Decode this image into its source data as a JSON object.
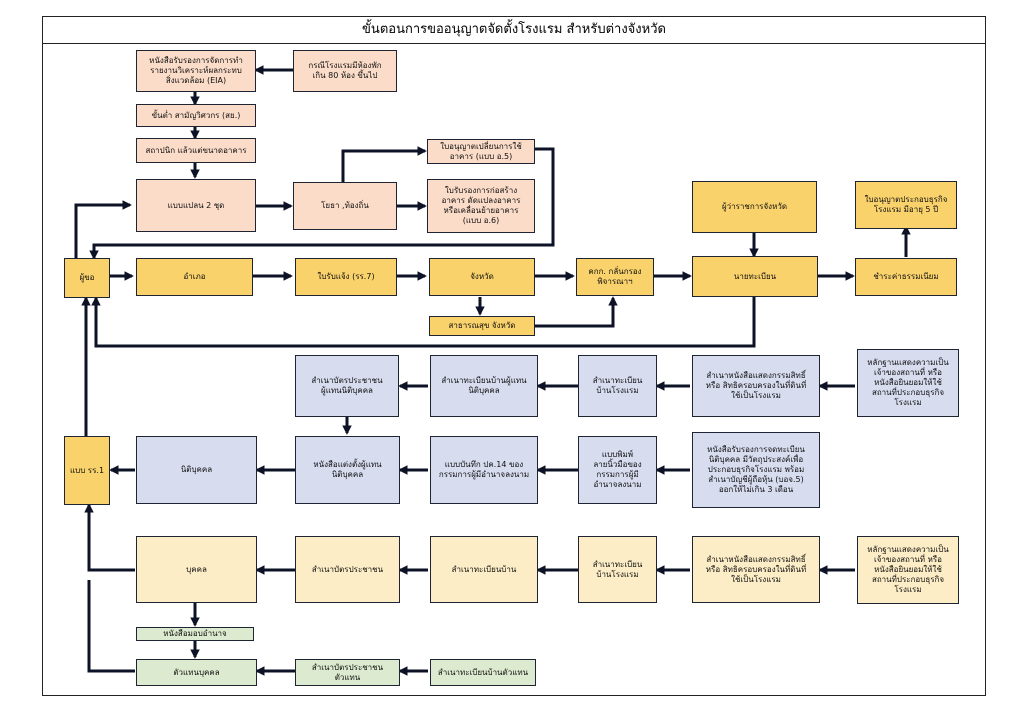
{
  "title": "ขั้นตอนการขออนุญาตจัดตั้งโรงแรม สำหรับต่างจังหวัด",
  "colors": {
    "peach": "#fbdcc9",
    "gold": "#f9d26c",
    "blue": "#d7dcef",
    "cream": "#fcedc6",
    "green": "#dcebcf",
    "arrow": "#0d1226"
  },
  "boxes": {
    "eia": "หนังสือรับรองการจัดการทำ\nรายงานวิเคราะห์ผลกระทบ\nสิ่งแวดล้อม (EIA)",
    "over80": "กรณีโรงแรมมีห้องพัก\nเกิน 80 ห้อง ขึ้นไป",
    "engineer": "ขั้นต่ำ สามัญวิศวกร (สย.)",
    "architect": "สถาปนิก แล้วแต่ขนาดอาคาร",
    "plans": "แบบแปลน 2 ชุด",
    "public_works": "โยธา ,ท้องถิ่น",
    "change_use": "ใบอนุญาตเปลี่ยนการใช้\nอาคาร (แบบ อ.5)",
    "construction_cert": "ใบรับรองการก่อสร้าง\nอาคาร ดัดแปลงอาคาร\nหรือเคลื่อนย้ายอาคาร\n(แบบ อ.6)",
    "governor": "ผู้ว่าราชการจังหวัด",
    "license5y": "ใบอนุญาตประกอบธุรกิจ\nโรงแรม มีอายุ 5 ปี",
    "applicant": "ผู้ขอ",
    "district": "อำเภอ",
    "notice": "ใบรับแจ้ง (รร.7)",
    "province": "จังหวัด",
    "committee": "คกก. กลั่นกรอง\nพิจารณาฯ",
    "registrar": "นายทะเบียน",
    "fee": "ชำระค่าธรรมเนียม",
    "health": "สาธารณสุข จังหวัด",
    "form_rr1": "แบบ รร.1",
    "jp_id_copy": "สำเนาบัตรประชาชน\nผู้แทนนิติบุคคล",
    "jp_house_rep": "สำเนาทะเบียนบ้านผู้แทน\nนิติบุคคล",
    "house_hotel_1": "สำเนาทะเบียน\nบ้านโรงแรม",
    "title_copy_1": "สำเนาหนังสือแสดงกรรมสิทธิ์\nหรือ สิทธิครอบครองในที่ดินที่\nใช้เป็นโรงแรม",
    "consent_1": "หลักฐานแสดงความเป็น\nเจ้าของสถานที่ หรือ\nหนังสือยินยอมให้ใช้\nสถานที่ประกอบธุรกิจ\nโรงแรม",
    "juristic": "นิติบุคคล",
    "appoint_rep": "หนังสือแต่งตั้งผู้แทน\nนิติบุคคล",
    "pj14": "แบบบันทึก ปค.14 ของ\nกรรมการผู้มีอำนาจลงนาม",
    "signature": "แบบพิมพ์\nลายนิ้วมือของ\nกรรมการผู้มี\nอำนาจลงนาม",
    "company_cert": "หนังสือรับรองการจดทะเบียน\nนิติบุคคล มีวัตถุประสงค์เพื่อ\nประกอบธุรกิจโรงแรม พร้อม\nสำเนาบัญชีผู้ถือหุ้น (บอจ.5)\nออกให้ไม่เกิน 3 เดือน",
    "person": "บุคคล",
    "id_copy": "สำเนาบัตรประชาชน",
    "house_copy": "สำเนาทะเบียนบ้าน",
    "house_hotel_2": "สำเนาทะเบียน\nบ้านโรงแรม",
    "title_copy_2": "สำเนาหนังสือแสดงกรรมสิทธิ์\nหรือ สิทธิครอบครองในที่ดินที่\nใช้เป็นโรงแรม",
    "consent_2": "หลักฐานแสดงความเป็น\nเจ้าของสถานที่ หรือ\nหนังสือยินยอมให้ใช้\nสถานที่ประกอบธุรกิจ\nโรงแรม",
    "poa": "หนังสือมอบอำนาจ",
    "rep_person": "ตัวแทนบุคคล",
    "rep_id": "สำเนาบัตรประชาชน\nตัวแทน",
    "rep_house": "สำเนาทะเบียนบ้านตัวแทน"
  }
}
